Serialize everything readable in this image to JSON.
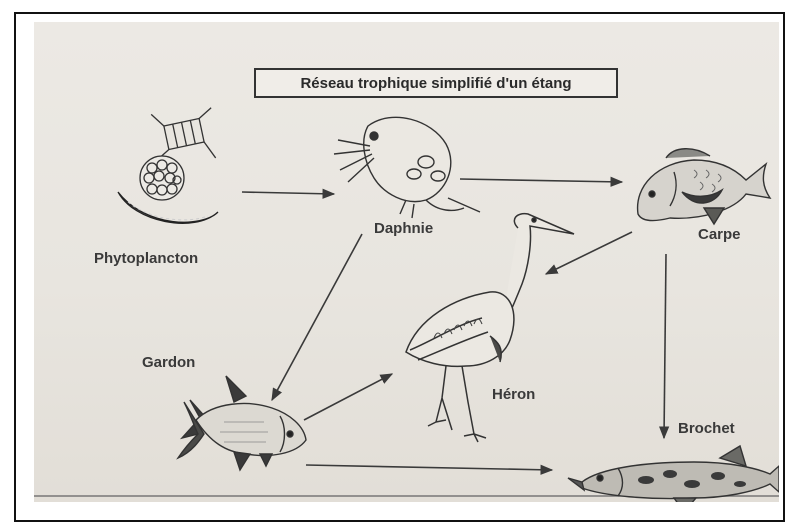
{
  "diagram": {
    "title": "Réseau trophique simplifié d'un étang",
    "organisms": {
      "phytoplancton": "Phytoplancton",
      "daphnie": "Daphnie",
      "carpe": "Carpe",
      "gardon": "Gardon",
      "heron": "Héron",
      "brochet": "Brochet"
    },
    "links": [
      {
        "from": "Phytoplancton",
        "to": "Daphnie"
      },
      {
        "from": "Daphnie",
        "to": "Carpe"
      },
      {
        "from": "Daphnie",
        "to": "Gardon"
      },
      {
        "from": "Carpe",
        "to": "Héron"
      },
      {
        "from": "Carpe",
        "to": "Brochet"
      },
      {
        "from": "Gardon",
        "to": "Héron"
      },
      {
        "from": "Gardon",
        "to": "Brochet"
      }
    ],
    "colors": {
      "line": "#3a3a3a",
      "paper": "#e8e5df"
    }
  }
}
